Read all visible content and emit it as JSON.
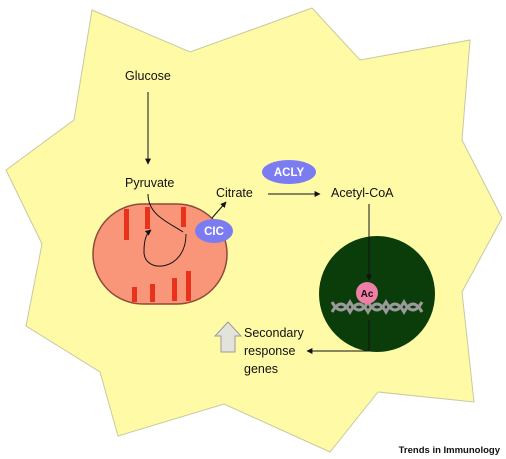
{
  "labels": {
    "glucose": "Glucose",
    "pyruvate": "Pyruvate",
    "citrate": "Citrate",
    "acetyl_coa": "Acetyl-CoA",
    "secondary": "Secondary",
    "response": "response",
    "genes": "genes"
  },
  "badges": {
    "cic": "CIC",
    "acly": "ACLY",
    "ac": "Ac"
  },
  "journal": "Trends in Immunology",
  "colors": {
    "cell": "#fffaa6",
    "cell_stroke": "#c9c9a0",
    "mito": "#f9967a",
    "mito_stroke": "#8c4a38",
    "cristae": "#e8321c",
    "nucleus": "#0b3d0b",
    "pill": "#7c7cf2",
    "ac_dot": "#f07fa8",
    "dna": "#9a9a9a",
    "up_arrow": "#e3e3dc"
  }
}
